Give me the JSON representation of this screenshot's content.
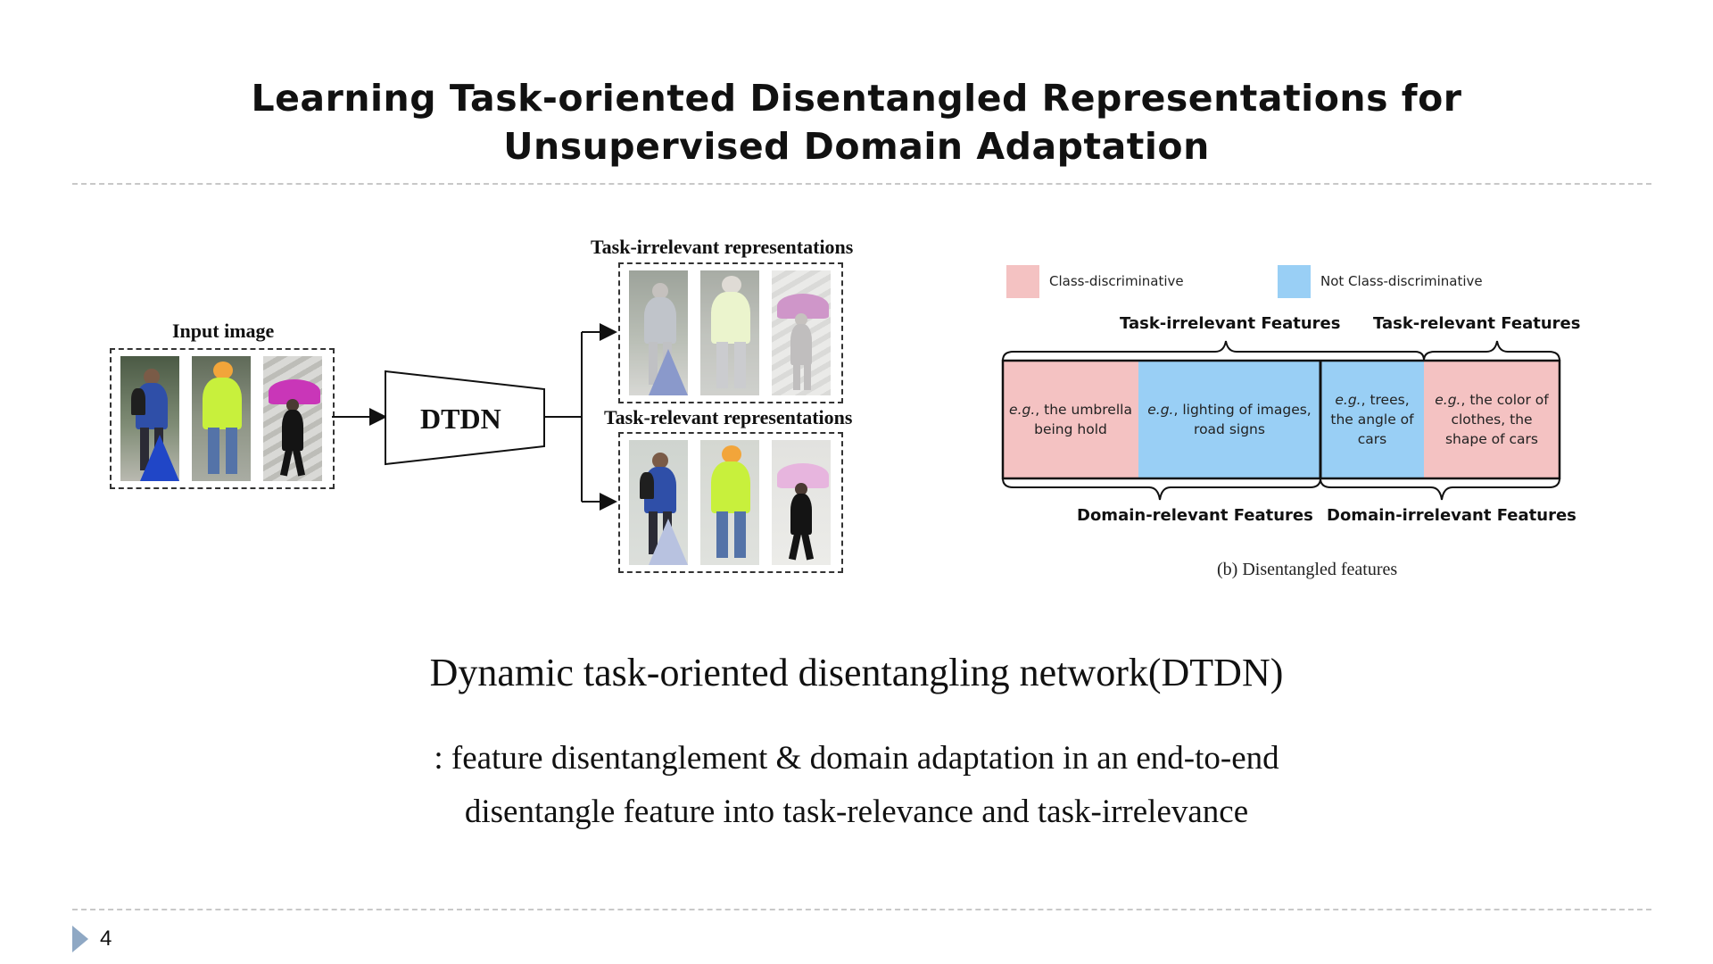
{
  "slide": {
    "title_line1": "Learning Task-oriented Disentangled Representations for",
    "title_line2": "Unsupervised Domain Adaptation",
    "page_number": "4"
  },
  "diagram_a": {
    "input_label": "Input image",
    "network_label": "DTDN",
    "irrelevant_label": "Task-irrelevant representations",
    "relevant_label": "Task-relevant representations"
  },
  "diagram_b": {
    "legend": [
      {
        "label": "Class-discriminative",
        "color": "#f4c2c2"
      },
      {
        "label": "Not Class-discriminative",
        "color": "#99cff5"
      }
    ],
    "top_labels": {
      "task_irrelevant": "Task-irrelevant Features",
      "task_relevant": "Task-relevant Features"
    },
    "bottom_labels": {
      "domain_relevant": "Domain-relevant Features",
      "domain_irrelevant": "Domain-irrelevant Features"
    },
    "segments": [
      {
        "eg": "e.g.",
        "text": ", the umbrella being hold",
        "color": "#f4c2c2"
      },
      {
        "eg": "e.g.",
        "text": ", lighting of images, road signs",
        "color": "#99cff5"
      },
      {
        "eg": "e.g.",
        "text": ", trees, the angle of cars",
        "color": "#99cff5"
      },
      {
        "eg": "e.g.",
        "text": ", the color of clothes, the shape of cars",
        "color": "#f4c2c2"
      }
    ],
    "caption": "(b)  Disentangled  features"
  },
  "body": {
    "heading": "Dynamic task-oriented disentangling network(DTDN)",
    "line1": ": feature disentanglement & domain adaptation in an end-to-end",
    "line2": "disentangle feature into task-relevance and task-irrelevance"
  }
}
